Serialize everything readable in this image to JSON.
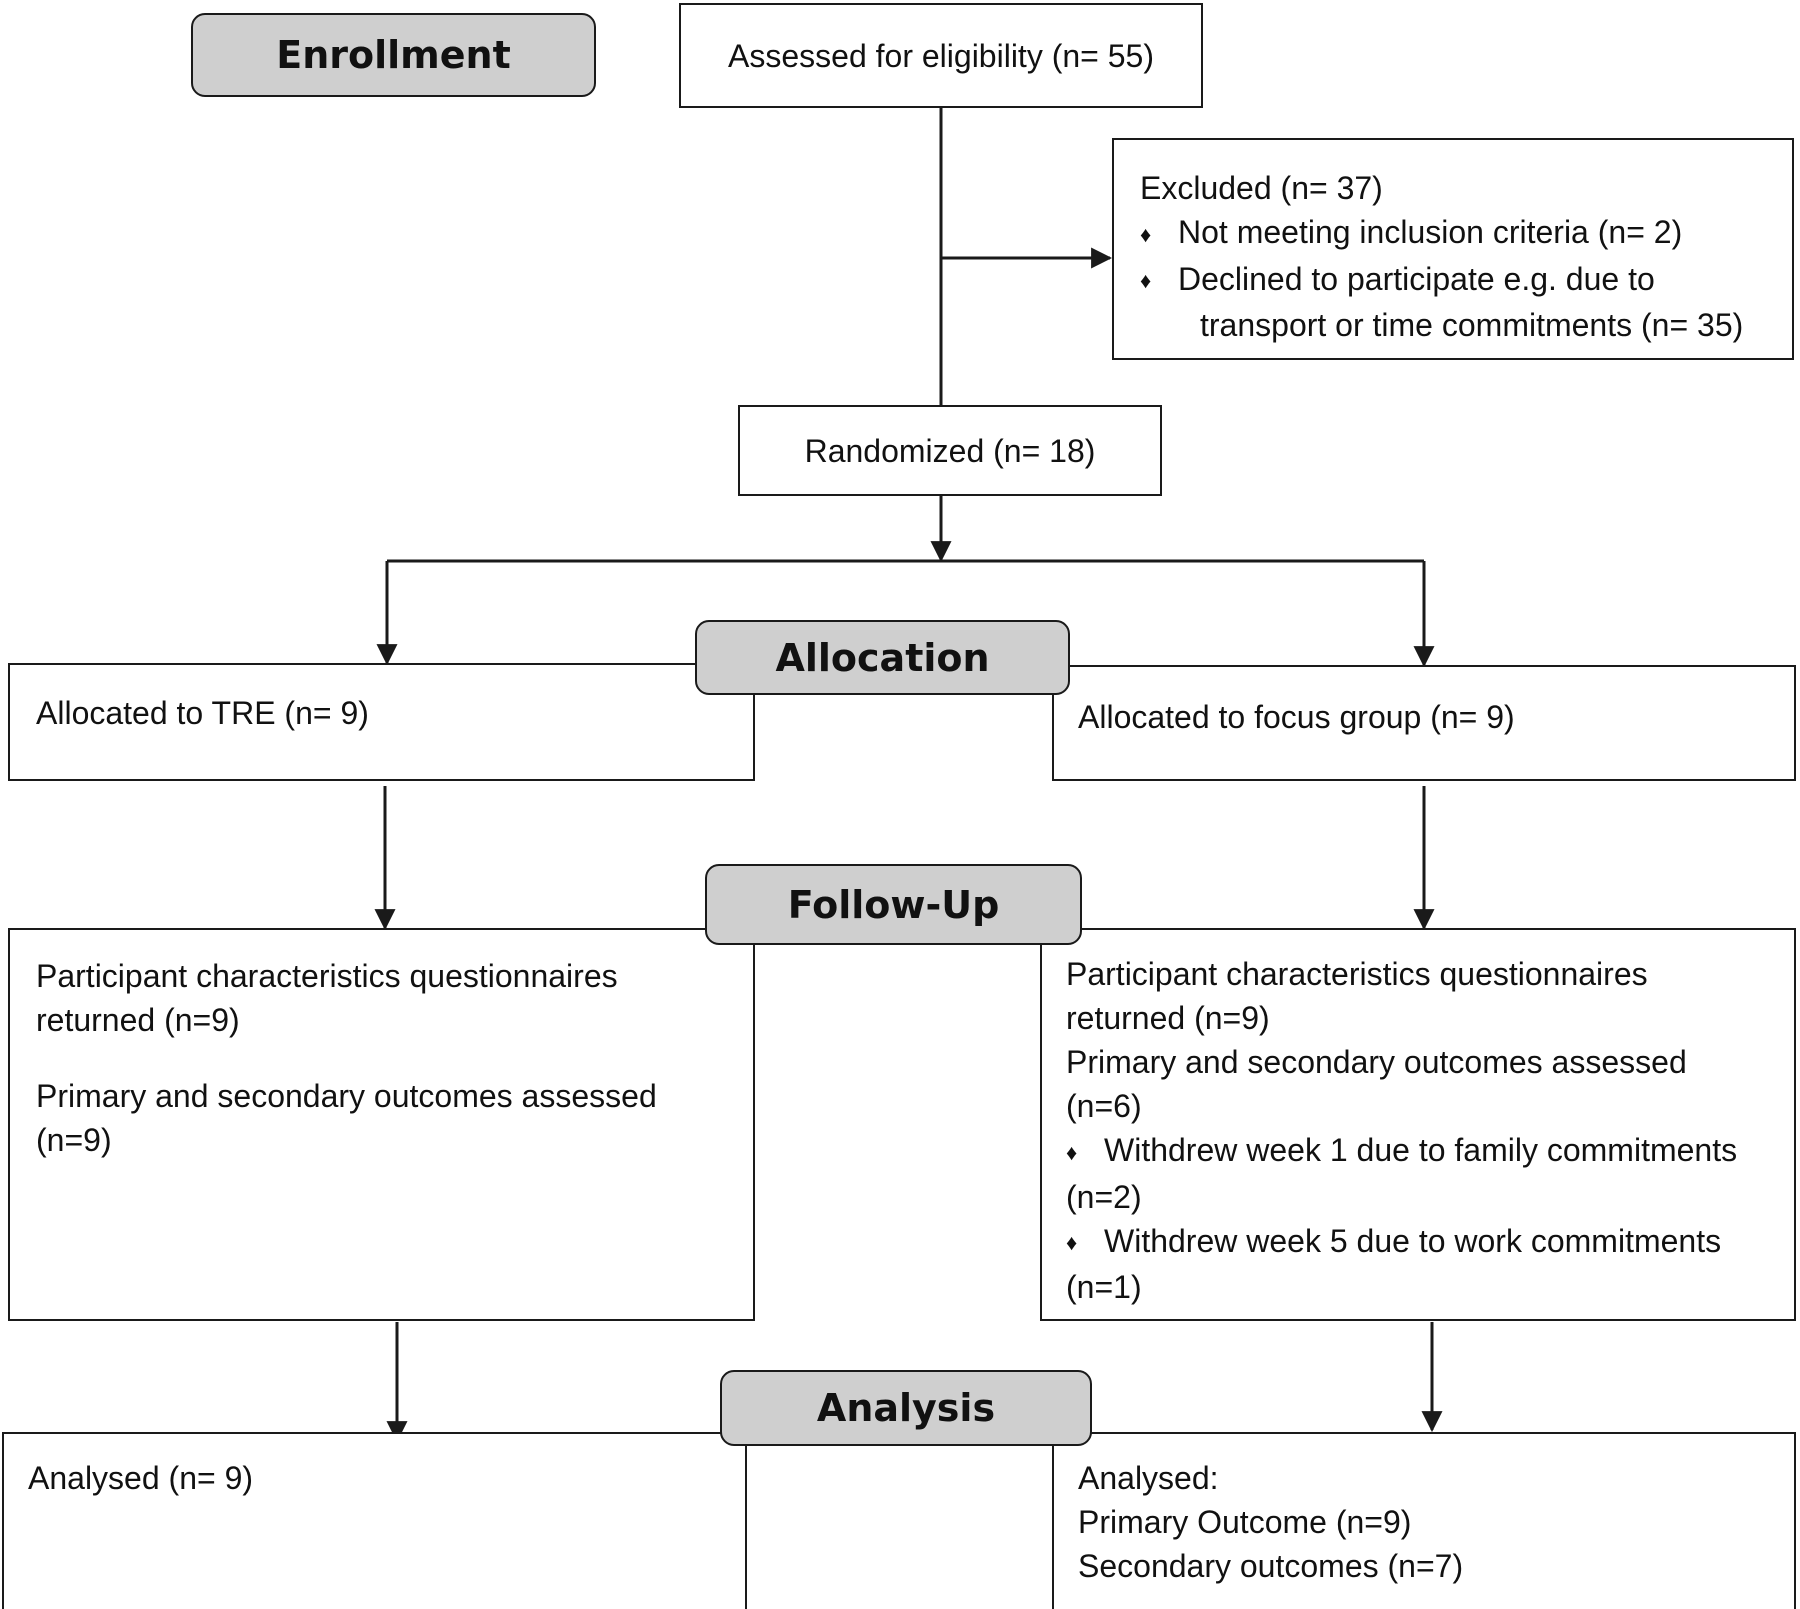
{
  "phase_labels": {
    "enrollment": "Enrollment",
    "allocation": "Allocation",
    "follow_up": "Follow-Up",
    "analysis": "Analysis"
  },
  "assessed": "Assessed for eligibility (n= 55)",
  "excluded": {
    "title": "Excluded (n= 37)",
    "reason_1": "Not meeting inclusion criteria (n= 2)",
    "reason_2_line_1": "Declined to participate e.g. due to",
    "reason_2_line_2": "transport or time commitments (n= 35)"
  },
  "randomized": "Randomized (n= 18)",
  "allocated_left": "Allocated to TRE (n= 9)",
  "allocated_right": "Allocated to focus group (n= 9)",
  "followup_left": {
    "line_1": "Participant characteristics questionnaires",
    "line_2": "returned (n=9)",
    "line_3": "Primary and secondary outcomes assessed",
    "line_4": "(n=9)"
  },
  "followup_right": {
    "line_1": "Participant characteristics questionnaires",
    "line_2": "returned (n=9)",
    "line_3": "Primary and secondary outcomes assessed",
    "line_4": "(n=6)",
    "bullet_1": "Withdrew week 1 due to family commitments",
    "bullet_1_count": "(n=2)",
    "bullet_2": "Withdrew week 5 due to work commitments",
    "bullet_2_count": "(n=1)"
  },
  "analysis_left": "Analysed (n= 9)",
  "analysis_right": {
    "line_1": "Analysed:",
    "line_2": "Primary Outcome (n=9)",
    "line_3": "Secondary outcomes (n=7)"
  }
}
